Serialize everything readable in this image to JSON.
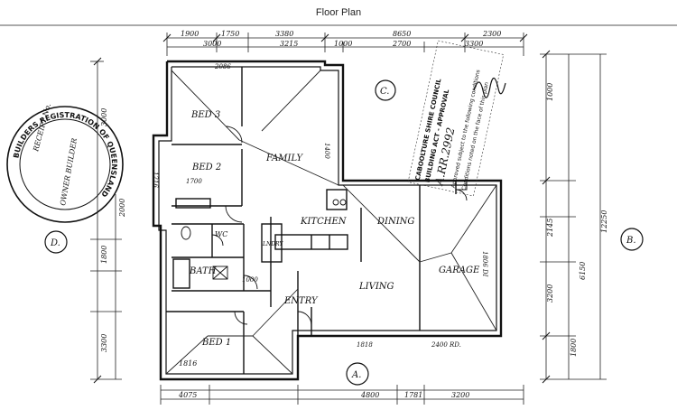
{
  "title": "Floor Plan",
  "rooms": {
    "bed3": "BED 3",
    "bed2": "BED 2",
    "bed1": "BED 1",
    "family": "FAMILY",
    "kitchen": "KITCHEN",
    "dining": "DINING",
    "living": "LIVING",
    "garage": "GARAGE",
    "bath": "BATH",
    "wc": "WC",
    "entry": "ENTRY",
    "lndry": "LNDRY"
  },
  "stamp": {
    "ring_text": "BUILDERS REGISTRATION OF QUEENSLAND",
    "line1": "RECEIPT No.",
    "line2": "OWNER BUILDER"
  },
  "approval": {
    "lines": [
      "CABOOLTURE SHIRE COUNCIL",
      "BUILDING ACT - APPROVAL",
      "Approved subject to the following conditions",
      "Conditions noted on the face of this plan"
    ],
    "number": "A.RR.2992"
  },
  "markers": {
    "a": "A.",
    "b": "B.",
    "c": "C.",
    "d": "D."
  },
  "dims": {
    "top_row1": [
      "1900",
      "1750",
      "3380",
      "8650",
      "2300"
    ],
    "top_row2": [
      "3000",
      "3215",
      "1000",
      "2700",
      "3300"
    ],
    "bottom_row": [
      "1816",
      "4075",
      "4800",
      "1781",
      "3200"
    ],
    "right_col1": [
      "1000",
      "2145",
      "3200",
      "1800"
    ],
    "right_col2": [
      "12250",
      "6150"
    ],
    "left_col": [
      "3000",
      "2000",
      "1800",
      "3300"
    ],
    "interior": [
      "2086",
      "1400",
      "1700",
      "1216",
      "2400 RD.",
      "1818",
      "1000",
      "1806 DI"
    ]
  }
}
